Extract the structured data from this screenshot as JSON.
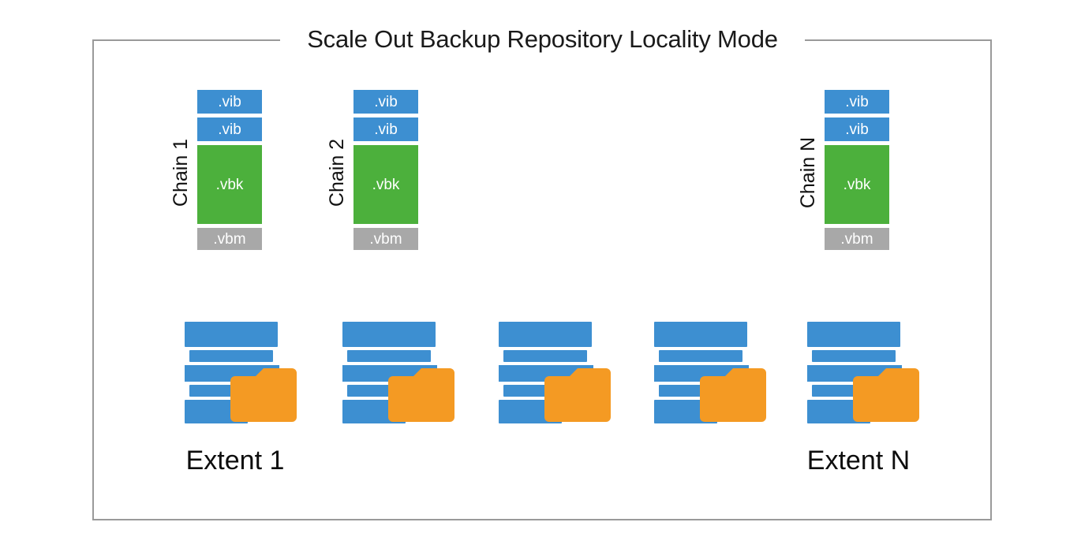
{
  "frame": {
    "title": "Scale Out Backup Repository Locality Mode",
    "border_color": "#9a9a9a"
  },
  "colors": {
    "vib_blue": "#3d8fd1",
    "vbk_green": "#4cb03c",
    "vbm_gray": "#a8a8a8",
    "server_blue": "#3d8fd1",
    "folder_orange": "#f49a23",
    "text_dark": "#111111",
    "background": "#ffffff"
  },
  "chains": [
    {
      "label": "Chain 1",
      "blocks": [
        {
          "label": ".vib",
          "kind": "vib"
        },
        {
          "label": ".vib",
          "kind": "vib"
        },
        {
          "label": ".vbk",
          "kind": "vbk"
        },
        {
          "label": ".vbm",
          "kind": "vbm"
        }
      ]
    },
    {
      "label": "Chain 2",
      "blocks": [
        {
          "label": ".vib",
          "kind": "vib"
        },
        {
          "label": ".vib",
          "kind": "vib"
        },
        {
          "label": ".vbk",
          "kind": "vbk"
        },
        {
          "label": ".vbm",
          "kind": "vbm"
        }
      ]
    },
    {
      "label": "Chain N",
      "blocks": [
        {
          "label": ".vib",
          "kind": "vib"
        },
        {
          "label": ".vib",
          "kind": "vib"
        },
        {
          "label": ".vbk",
          "kind": "vbk"
        },
        {
          "label": ".vbm",
          "kind": "vbm"
        }
      ]
    }
  ],
  "extents": [
    {
      "icon": "server-folder-icon",
      "label": "Extent 1"
    },
    {
      "icon": "server-folder-icon",
      "label": ""
    },
    {
      "icon": "server-folder-icon",
      "label": ""
    },
    {
      "icon": "server-folder-icon",
      "label": ""
    },
    {
      "icon": "server-folder-icon",
      "label": "Extent N"
    }
  ]
}
